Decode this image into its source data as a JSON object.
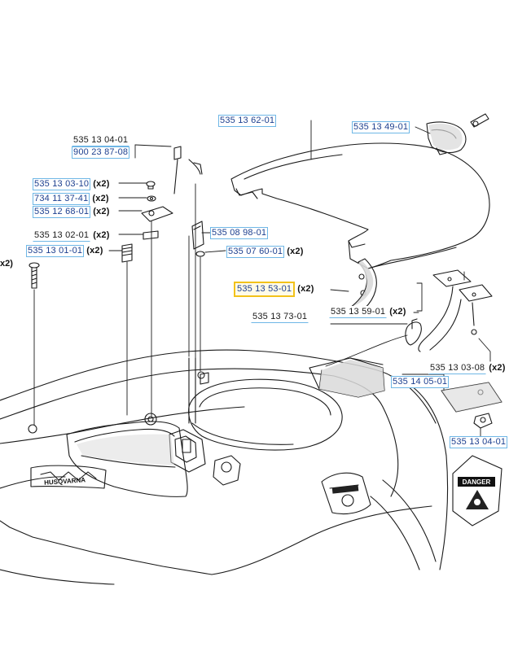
{
  "callouts": [
    {
      "id": "c01",
      "pn": "535 13 62-01",
      "qty": ""
    },
    {
      "id": "c02",
      "pn": "535 13 49-01",
      "qty": ""
    },
    {
      "id": "c03",
      "pn": "535 13 04-01",
      "qty": ""
    },
    {
      "id": "c04",
      "pn": "900 23 87-08",
      "qty": ""
    },
    {
      "id": "c05",
      "pn": "535 13 03-10",
      "qty": "(x2)"
    },
    {
      "id": "c06",
      "pn": "734 11 37-41",
      "qty": "(x2)"
    },
    {
      "id": "c07",
      "pn": "535 12 68-01",
      "qty": "(x2)"
    },
    {
      "id": "c08",
      "pn": "535 13 02-01",
      "qty": "(x2)"
    },
    {
      "id": "c09",
      "pn": "535 13 01-01",
      "qty": "(x2)"
    },
    {
      "id": "c10",
      "pn": "535 08 98-01",
      "qty": ""
    },
    {
      "id": "c11",
      "pn": "535 07 60-01",
      "qty": "(x2)"
    },
    {
      "id": "c12",
      "pn": "535 13 53-01",
      "qty": "(x2)"
    },
    {
      "id": "c13",
      "pn": "535 13 73-01",
      "qty": ""
    },
    {
      "id": "c14",
      "pn": "535 13 59-01",
      "qty": "(x2)"
    },
    {
      "id": "c15",
      "pn": "535 13 03-08",
      "qty": "(x2)"
    },
    {
      "id": "c16",
      "pn": "535 14 05-01",
      "qty": ""
    },
    {
      "id": "c17",
      "pn": "535 13 04-01",
      "qty": ""
    }
  ],
  "left_qty": "x2)",
  "label_text": {
    "danger": "DANGER",
    "brand": "HUSQVARNA"
  },
  "colors": {
    "callout_text": "#1d3f8f",
    "callout_border": "#6fb7e6",
    "highlight": "#f2c21a",
    "line_art": "#1a1a1a",
    "shading": "#d9d9d9"
  }
}
